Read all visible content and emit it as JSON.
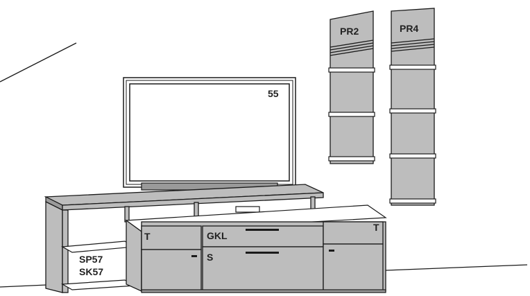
{
  "labels": {
    "tv": "55",
    "shelf_left": "PR2",
    "shelf_right": "PR4",
    "module_left_top": "SP57",
    "module_left_bottom": "SK57",
    "drawer_left": "T",
    "drawer_center_top": "GKL",
    "drawer_center_bottom": "S",
    "drawer_right": "T"
  },
  "colors": {
    "panel": "#bdbdbd",
    "panel_dark": "#9a9a9a",
    "outline": "#1a1a1a",
    "background": "#ffffff"
  }
}
